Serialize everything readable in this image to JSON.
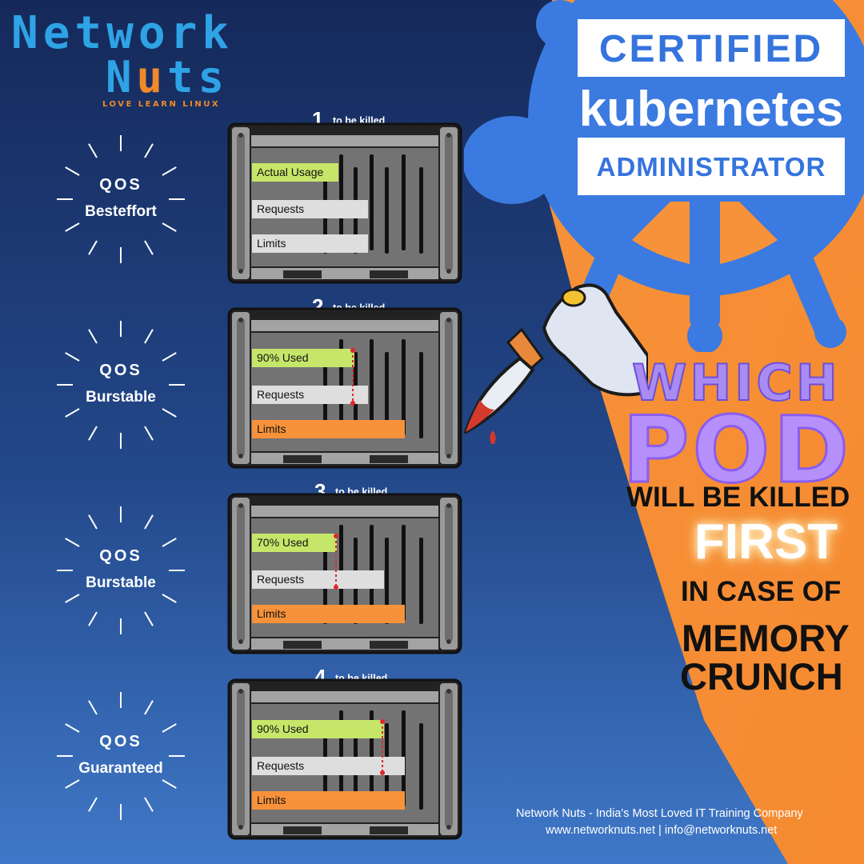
{
  "logo": {
    "line1": "Network",
    "line2_prefix": "N",
    "line2_u": "u",
    "line2_suffix": "ts",
    "tagline": "LOVE LEARN LINUX"
  },
  "certification": {
    "line1": "CERTIFIED",
    "line2": "kubernetes",
    "line3": "ADMINISTRATOR"
  },
  "pods": [
    {
      "order": "1",
      "killed_label": "to be killed",
      "qos_label": "QOS",
      "qos_class": "Besteffort",
      "bars": {
        "usage": "Actual Usage",
        "requests": "Requests",
        "limits": "Limits"
      },
      "limits_color": "#dedede"
    },
    {
      "order": "2",
      "killed_label": "to be killed",
      "qos_label": "QOS",
      "qos_class": "Burstable",
      "bars": {
        "usage": "90% Used",
        "requests": "Requests",
        "limits": "Limits"
      },
      "limits_color": "#f7923a"
    },
    {
      "order": "3",
      "killed_label": "to be killed",
      "qos_label": "QOS",
      "qos_class": "Burstable",
      "bars": {
        "usage": "70% Used",
        "requests": "Requests",
        "limits": "Limits"
      },
      "limits_color": "#f7923a"
    },
    {
      "order": "4",
      "killed_label": "to be killed",
      "qos_label": "QOS",
      "qos_class": "Guaranteed",
      "bars": {
        "usage": "90% Used",
        "requests": "Requests",
        "limits": "Limits"
      },
      "limits_color": "#f7923a"
    }
  ],
  "headline": {
    "which": "WHICH",
    "pod": "POD",
    "will_be_killed": "WILL BE KILLED",
    "first": "FIRST",
    "in_case_of": "IN CASE OF",
    "memory": "MEMORY",
    "crunch": "CRUNCH"
  },
  "footer": {
    "line1": "Network Nuts - India's Most Loved IT Training Company",
    "line2": "www.networknuts.net | info@networknuts.net"
  },
  "colors": {
    "background_blue": "#1c3a72",
    "accent_orange": "#f7923a",
    "kubernetes_blue": "#3574dd",
    "usage_green": "#c6e66a",
    "pod_purple": "#b690fa"
  },
  "icons": [
    "sunburst-icon",
    "server-rack-icon",
    "kubernetes-wheel-icon",
    "knife-icon"
  ]
}
